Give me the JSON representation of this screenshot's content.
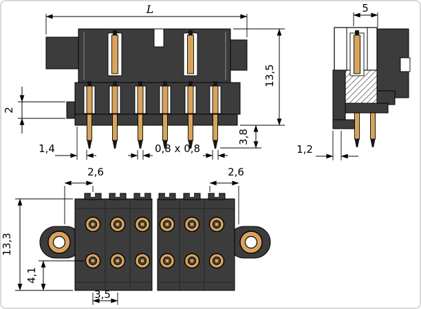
{
  "drawing": {
    "dims": {
      "L": "L",
      "five": "5",
      "height_side": "13,5",
      "step": "2",
      "offset": "1,4",
      "pin_cross": "0,8 x 0,8",
      "pin_len": "3,8",
      "flange": "1,2",
      "edge_left": "2,6",
      "edge_right": "2,6",
      "height_front": "13,3",
      "bottom": "4,1",
      "pitch": "3,5"
    }
  },
  "colors": {
    "body": "#3c3c3c",
    "pin": "#d8a35c",
    "tip": "#161616",
    "line": "#000000",
    "bg": "#ffffff",
    "frame": "#d9d9d9"
  }
}
